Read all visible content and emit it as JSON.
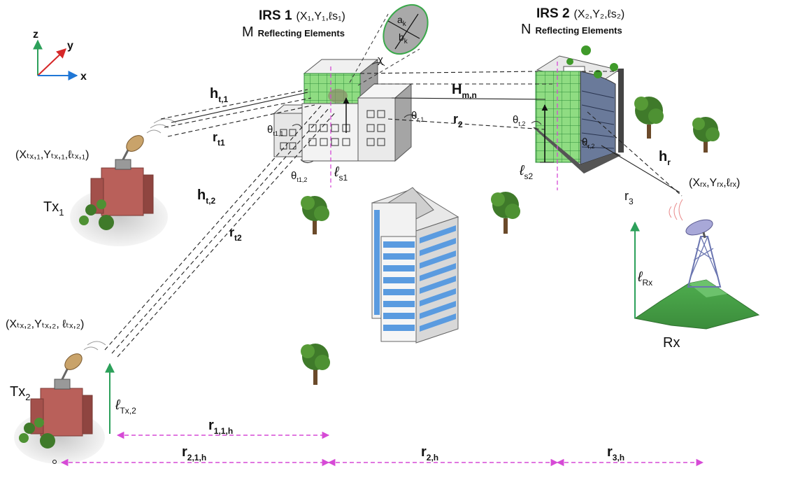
{
  "axes": {
    "z": "z",
    "y": "y",
    "x": "x"
  },
  "irs1": {
    "title": "IRS 1",
    "coords": "(X₁,Y₁,ℓs₁)",
    "elements_prefix": "M",
    "elements_label": "Reflecting Elements"
  },
  "irs2": {
    "title": "IRS 2",
    "coords": "(X₂,Y₂,ℓs₂)",
    "elements_prefix": "N",
    "elements_label": "Reflecting Elements"
  },
  "element_dims": {
    "a": "a",
    "a_sub": "k",
    "b": "b",
    "b_sub": "k",
    "chi": "χ"
  },
  "tx1": {
    "label": "Tx",
    "sub": "1",
    "coords": "(Xₜₓ,₁,Yₜₓ,₁,ℓₜₓ,₁)"
  },
  "tx2": {
    "label": "Tx",
    "sub": "2",
    "coords": "(Xₜₓ,₂,Yₜₓ,₂, ℓₜₓ,₂)"
  },
  "rx": {
    "label": "Rx",
    "coords": "(Xᵣₓ,Yᵣₓ,ℓᵣₓ)"
  },
  "links": {
    "h_t1": "h",
    "h_t1_sub": "t,1",
    "r_t1": "r",
    "r_t1_sub": "t1",
    "h_t2": "h",
    "h_t2_sub": "t,2",
    "r_t2": "r",
    "r_t2_sub": "t2",
    "H_mn": "H",
    "H_mn_sub": "m,n",
    "r_2": "r",
    "r_2_sub": "2",
    "h_r": "h",
    "h_r_sub": "r",
    "r_3": "r",
    "r_3_sub": "3"
  },
  "angles": {
    "t11": "θ",
    "t11_sub": "t1,1",
    "t12": "θ",
    "t12_sub": "t1,2",
    "r1": "θ",
    "r1_sub": "r,1",
    "t2": "θ",
    "t2_sub": "t,2",
    "r2": "θ",
    "r2_sub": "r,2"
  },
  "heights": {
    "ls1": "ℓ",
    "ls1_sub": "s1",
    "ls2": "ℓ",
    "ls2_sub": "s2",
    "lrx": "ℓ",
    "lrx_sub": "Rx",
    "ltx2": "ℓ",
    "ltx2_sub": "Tx,2"
  },
  "distances": {
    "r11h": "r",
    "r11h_sub": "1,1,h",
    "r21h": "r",
    "r21h_sub": "2,1,h",
    "r2h": "r",
    "r2h_sub": "2,h",
    "r3h": "r",
    "r3h_sub": "3,h"
  },
  "colors": {
    "irs_green": "#7ed36f",
    "dim_magenta": "#d64ad6",
    "axis_z": "#2ca05a",
    "axis_y": "#d62728",
    "axis_x": "#1f77d6",
    "tx_building": "#b9605a",
    "tree": "#3f7a2a",
    "tower_blue": "#5a9be0"
  }
}
